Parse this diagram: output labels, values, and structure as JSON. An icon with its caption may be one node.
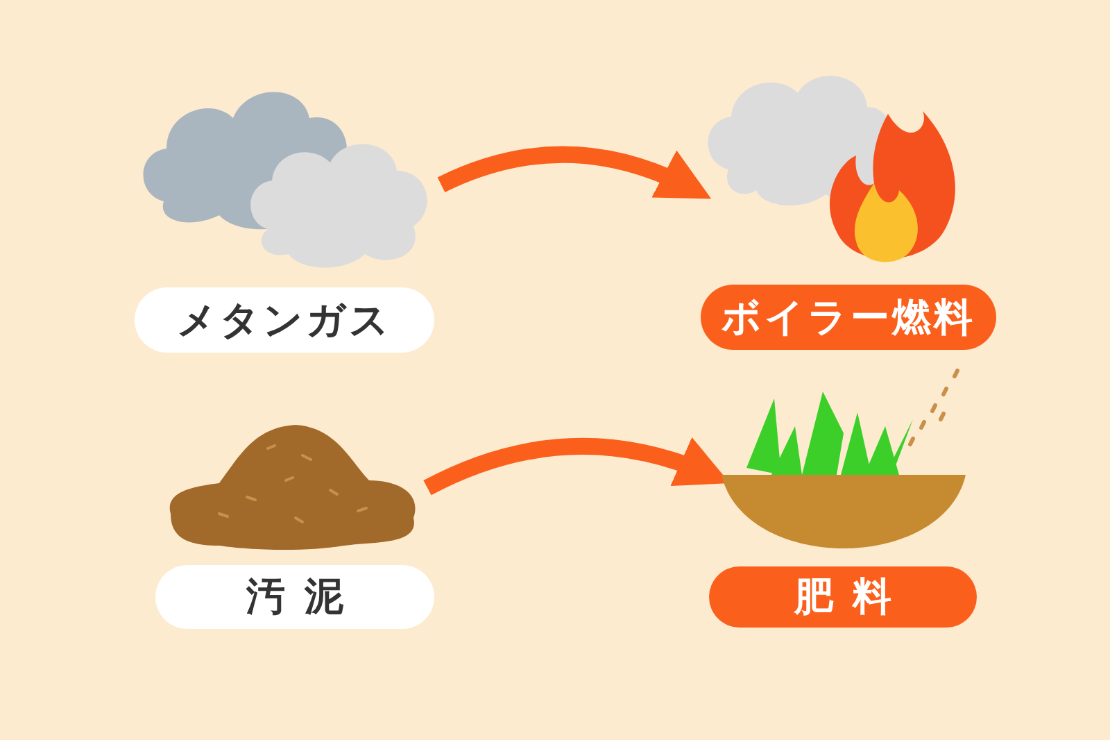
{
  "diagram": {
    "nodes": [
      {
        "text": [],
        "shape": "cloud"
      },
      {
        "text": [],
        "shape": "picture"
      },
      {
        "text": [
          "メタンガス"
        ]
      },
      {
        "text": [
          "ボイラー燃料"
        ]
      },
      {
        "text": [],
        "shape": "picture"
      },
      {
        "text": [],
        "shape": "picture"
      },
      {
        "text": [
          "汚泥"
        ]
      },
      {
        "text": [
          "肥料"
        ]
      }
    ],
    "edges": [
      {
        "from": 0,
        "to": 1,
        "arrow": "to"
      },
      {
        "from": 4,
        "to": 5,
        "arrow": "to"
      }
    ]
  }
}
